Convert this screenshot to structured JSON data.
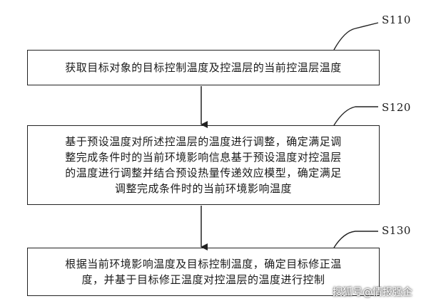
{
  "steps": [
    {
      "id": "S110",
      "text": "获取目标对象的目标控制温度及控温层的当前控温层温度"
    },
    {
      "id": "S120",
      "text": "基于预设温度对所述控温层的温度进行调整，确定满足调\n整完成条件时的当前环境影响信息基于预设温度对控温层\n的温度进行调整并结合预设热量传递效应模型，确定满足\n调整完成条件时的当前环境影响温度"
    },
    {
      "id": "S130",
      "text": "根据当前环境影响温度及目标控制温度，确定目标修正温\n度，并基于目标修正温度对控温层的温度进行控制"
    }
  ],
  "watermark": "搜狐号@情报强企"
}
